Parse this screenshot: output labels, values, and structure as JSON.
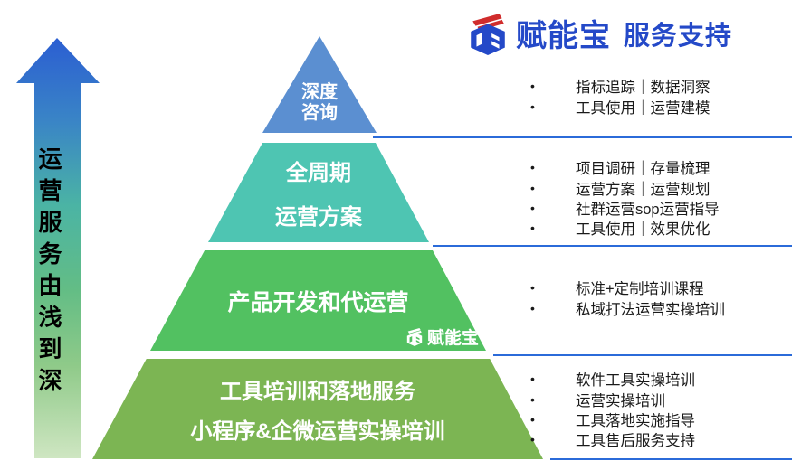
{
  "header_logo": {
    "brand": "赋能宝",
    "suffix": "服务支持",
    "brand_color": "#2449c8",
    "accent_red": "#d02c2c"
  },
  "arrow": {
    "label": "运营服务由浅到深",
    "gradient_top": "#2b5ed2",
    "gradient_bottom": "#cfe6c2"
  },
  "bullet_char": "•",
  "connector_color": "#2b6bd9",
  "pyramid": {
    "levels": [
      {
        "color": "#5b8fd1",
        "title_line1": "深度",
        "title_line2": "咨询"
      },
      {
        "color": "#4ec5b2",
        "title_line1": "全周期",
        "title_line2": "运营方案"
      },
      {
        "color": "#52c161",
        "title_line1": "产品开发和代运营",
        "watermark": "赋能宝"
      },
      {
        "color": "#7cb553",
        "title_line1": "工具培训和落地服务",
        "title_line2": "小程序&企微运营实操培训"
      }
    ]
  },
  "detail_lists": [
    {
      "items": [
        "指标追踪｜数据洞察",
        "工具使用｜运营建模"
      ]
    },
    {
      "items": [
        "项目调研｜存量梳理",
        "运营方案｜运营规划",
        "社群运营sop运营指导",
        "工具使用｜效果优化"
      ]
    },
    {
      "items": [
        "标准+定制培训课程",
        "私域打法运营实操培训"
      ]
    },
    {
      "items": [
        "软件工具实操培训",
        "运营实操培训",
        "工具落地实施指导",
        "工具售后服务支持"
      ]
    }
  ]
}
